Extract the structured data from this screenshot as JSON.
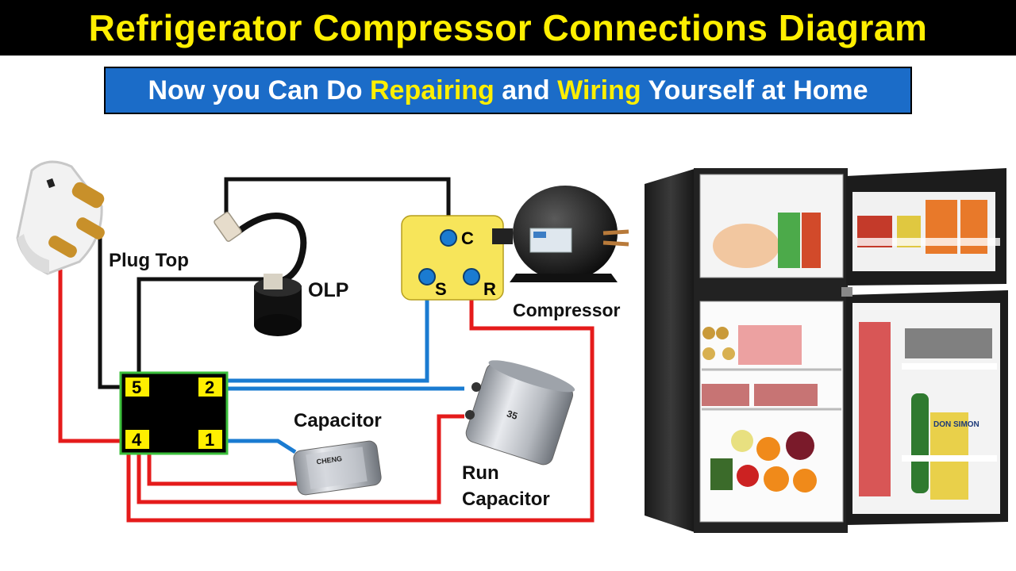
{
  "title": "Refrigerator Compressor Connections Diagram",
  "subtitle": {
    "part1": "Now you Can Do ",
    "highlight1": "Repairing",
    "part2": " and ",
    "highlight2": "Wiring",
    "part3": " Yourself at Home"
  },
  "labels": {
    "plug_top": "Plug Top",
    "olp": "OLP",
    "compressor": "Compressor",
    "capacitor": "Capacitor",
    "run_capacitor_line1": "Run",
    "run_capacitor_line2": "Capacitor"
  },
  "compressor_terminals": [
    "C",
    "S",
    "R"
  ],
  "relay_terminals": [
    "5",
    "2",
    "4",
    "1"
  ],
  "capacitor_print": {
    "brand": "CHENG",
    "run_cap_value": "35"
  },
  "fridge_brand_text": "DON SIMON",
  "colors": {
    "title_bg": "#000000",
    "title_text": "#ffef00",
    "subtitle_bg": "#1b6cc8",
    "wire_red": "#e51b1b",
    "wire_blue": "#1a7bd1",
    "wire_black": "#111111",
    "terminal_box": "#f7e55a",
    "relay_body": "#000000",
    "relay_terminal": "#ffef00"
  }
}
